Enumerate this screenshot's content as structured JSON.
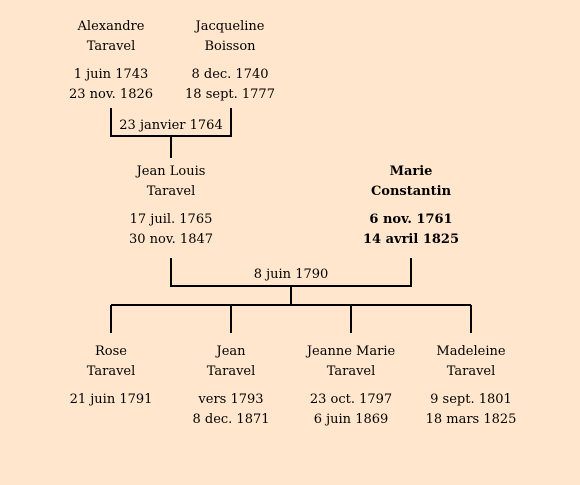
{
  "colors": {
    "background": "#ffe6cc",
    "line": "#000000",
    "text": "#000000"
  },
  "grandparents": {
    "father": {
      "first": "Alexandre",
      "last": "Taravel",
      "birth": "1 juin 1743",
      "death": "23 nov. 1826"
    },
    "mother": {
      "first": "Jacqueline",
      "last": "Boisson",
      "birth": "8 dec. 1740",
      "death": "18 sept. 1777"
    },
    "marriage": "23 janvier 1764"
  },
  "parents": {
    "father": {
      "first": "Jean Louis",
      "last": "Taravel",
      "birth": "17 juil. 1765",
      "death": "30 nov. 1847"
    },
    "mother": {
      "first": "Marie",
      "last": "Constantin",
      "birth": "6 nov. 1761",
      "death": "14 avril 1825"
    },
    "marriage": "8 juin 1790"
  },
  "children": [
    {
      "first": "Rose",
      "last": "Taravel",
      "birth": "21 juin 1791",
      "death": ""
    },
    {
      "first": "Jean",
      "last": "Taravel",
      "birth": "vers 1793",
      "death": "8 dec. 1871"
    },
    {
      "first": "Jeanne Marie",
      "last": "Taravel",
      "birth": "23 oct. 1797",
      "death": "6 juin 1869"
    },
    {
      "first": "Madeleine",
      "last": "Taravel",
      "birth": "9 sept. 1801",
      "death": "18 mars 1825"
    }
  ]
}
